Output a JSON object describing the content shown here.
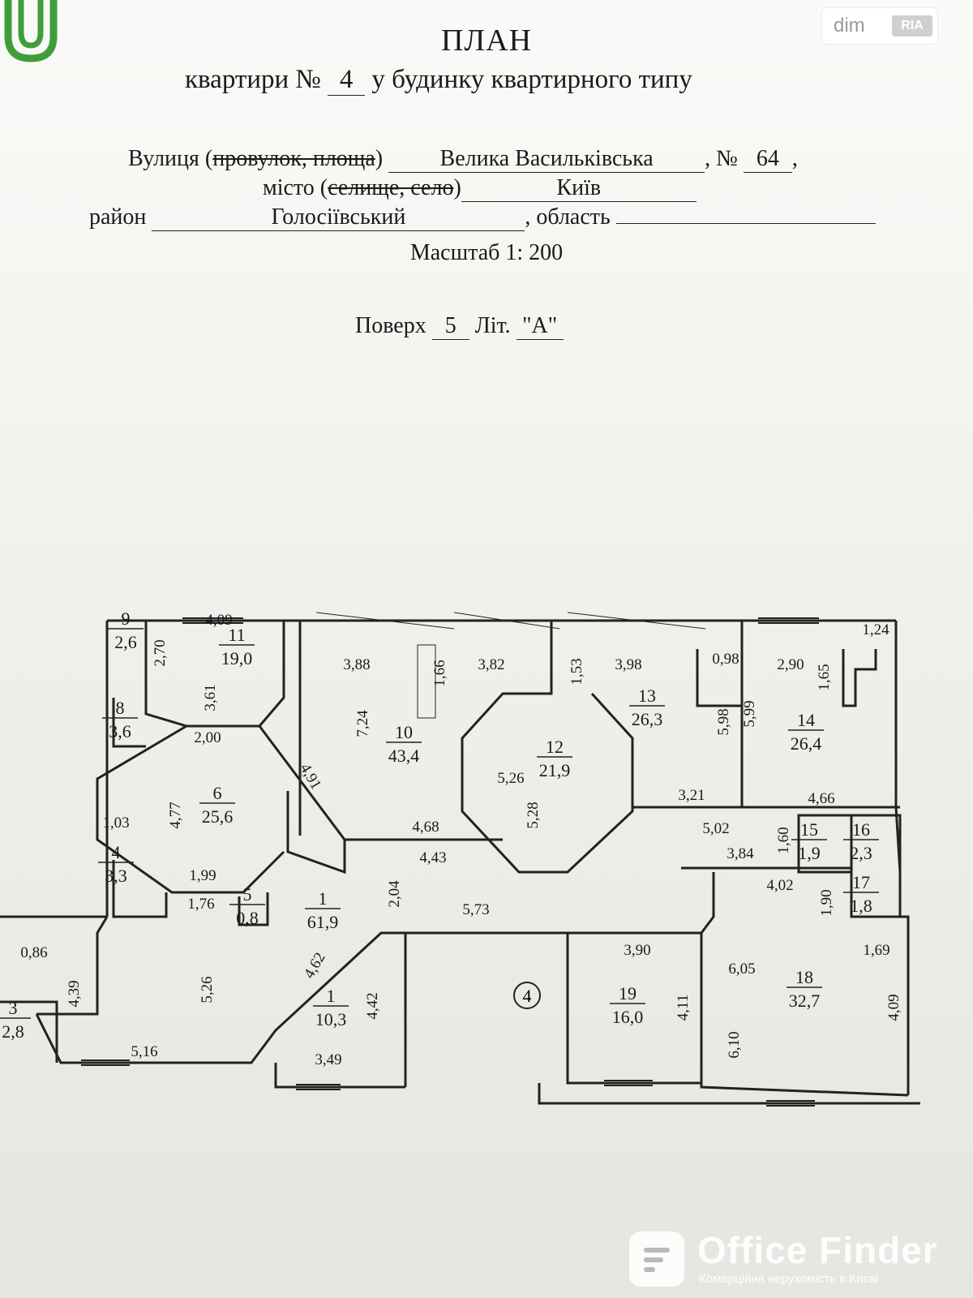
{
  "header": {
    "title": "ПЛАН",
    "subtitle_prefix": "квартири  №",
    "apartment_no": "4",
    "subtitle_suffix": "у будинку квартирного типу",
    "street_label": "Вулиця  (",
    "street_struck": "провулок, площа",
    "street_close": ")",
    "street_value": "Велика Васильківська",
    "number_label": ", №",
    "number_value": "64",
    "number_comma": ",",
    "city_label": "місто (",
    "city_struck": "селище, село",
    "city_close": ")",
    "city_value": "Київ",
    "district_label": "район",
    "district_value": "Голосіївський",
    "region_label": ", область",
    "region_value": "",
    "scale": "Масштаб 1: 200",
    "floor_label": "Поверх",
    "floor_value": "5",
    "liter_label": "Літ.",
    "liter_value": "\"А\""
  },
  "watermark": {
    "site": "dim",
    "brand": "RIA"
  },
  "plan": {
    "apartment_marker": "4",
    "rooms": [
      {
        "no": "9",
        "area": "2,6"
      },
      {
        "no": "11",
        "area": "19,0"
      },
      {
        "no": "8",
        "area": "3,6"
      },
      {
        "no": "10",
        "area": "43,4"
      },
      {
        "no": "12",
        "area": "21,9"
      },
      {
        "no": "13",
        "area": "26,3"
      },
      {
        "no": "14",
        "area": "26,4"
      },
      {
        "no": "6",
        "area": "25,6"
      },
      {
        "no": "4",
        "area": "3,3"
      },
      {
        "no": "5",
        "area": "0,8"
      },
      {
        "no": "1",
        "area": "61,9"
      },
      {
        "no": "1",
        "area": "10,3"
      },
      {
        "no": "3",
        "area": "2,8"
      },
      {
        "no": "15",
        "area": "1,9"
      },
      {
        "no": "16",
        "area": "2,3"
      },
      {
        "no": "17",
        "area": "1,8"
      },
      {
        "no": "19",
        "area": "16,0"
      },
      {
        "no": "18",
        "area": "32,7"
      }
    ],
    "dimensions": [
      "4,09",
      "2,70",
      "3,61",
      "3,88",
      "1,66",
      "3,82",
      "1,53",
      "3,98",
      "0,98",
      "2,90",
      "1,65",
      "1,24",
      "5,98",
      "5,99",
      "2,00",
      "7,24",
      "4,91",
      "5,26",
      "5,28",
      "3,21",
      "4,66",
      "5,02",
      "1,60",
      "3,84",
      "1,03",
      "4,77",
      "4,68",
      "4,43",
      "1,99",
      "1,76",
      "2,04",
      "5,73",
      "4,02",
      "1,90",
      "0,86",
      "4,39",
      "5,26",
      "4,62",
      "4,42",
      "3,90",
      "4,11",
      "6,05",
      "1,69",
      "4,09",
      "6,10",
      "5,16",
      "3,49"
    ]
  },
  "logo": {
    "name": "Office Finder",
    "tagline": "Комерційна нерухомість в Києві"
  }
}
